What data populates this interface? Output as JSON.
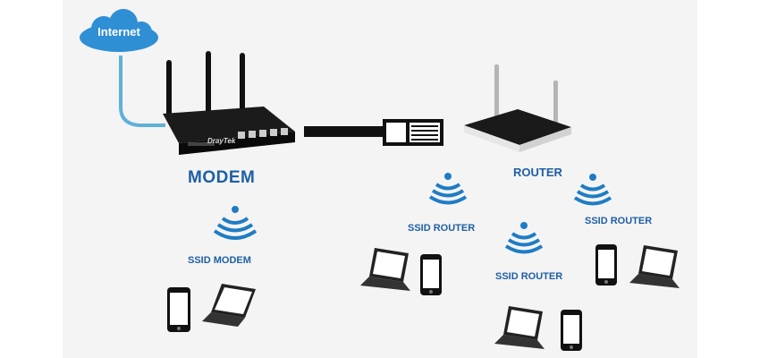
{
  "cloud": {
    "label": "Internet"
  },
  "modem": {
    "label": "MODEM",
    "brand": "DrayTek"
  },
  "router": {
    "label": "ROUTER"
  },
  "ssids": {
    "modem": "SSID MODEM",
    "router_left": "SSID ROUTER",
    "router_center": "SSID ROUTER",
    "router_right": "SSID ROUTER"
  },
  "colors": {
    "cloud": "#2f8fd5",
    "cable": "#5fb0d8",
    "label_blue": "#1d5fa5",
    "wifi_blue": "#1f7cc4",
    "device_dark": "#111111"
  },
  "icons": [
    "cloud-icon",
    "modem-icon",
    "router-icon",
    "ethernet-plug-icon",
    "wifi-icon",
    "smartphone-icon",
    "laptop-icon"
  ]
}
